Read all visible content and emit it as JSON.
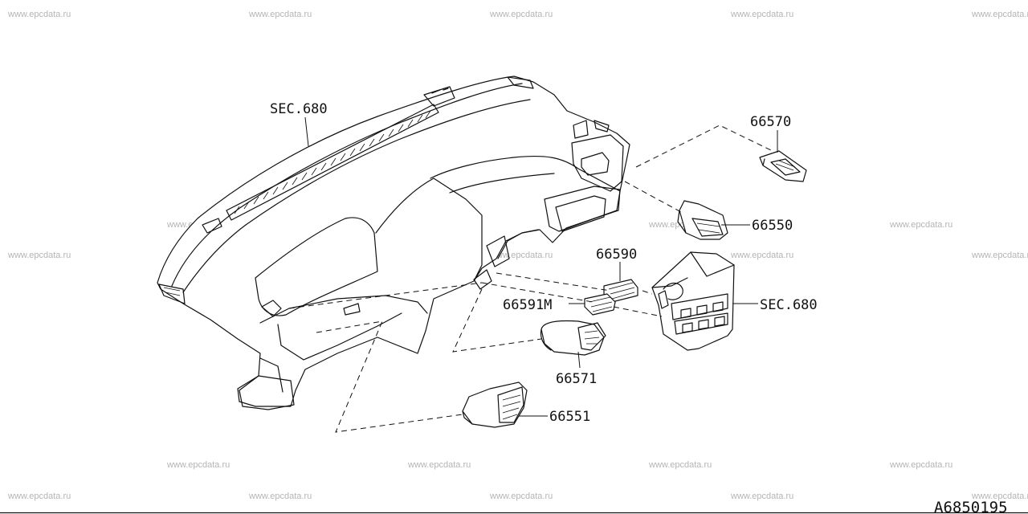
{
  "watermark": "www.epcdata.ru",
  "labels": {
    "sec_top": "SEC.680",
    "p66570": "66570",
    "p66550": "66550",
    "p66590": "66590",
    "p66591m": "66591M",
    "sec_right": "SEC.680",
    "p66571": "66571",
    "p66551": "66551"
  },
  "diagram_code": "A6850195"
}
